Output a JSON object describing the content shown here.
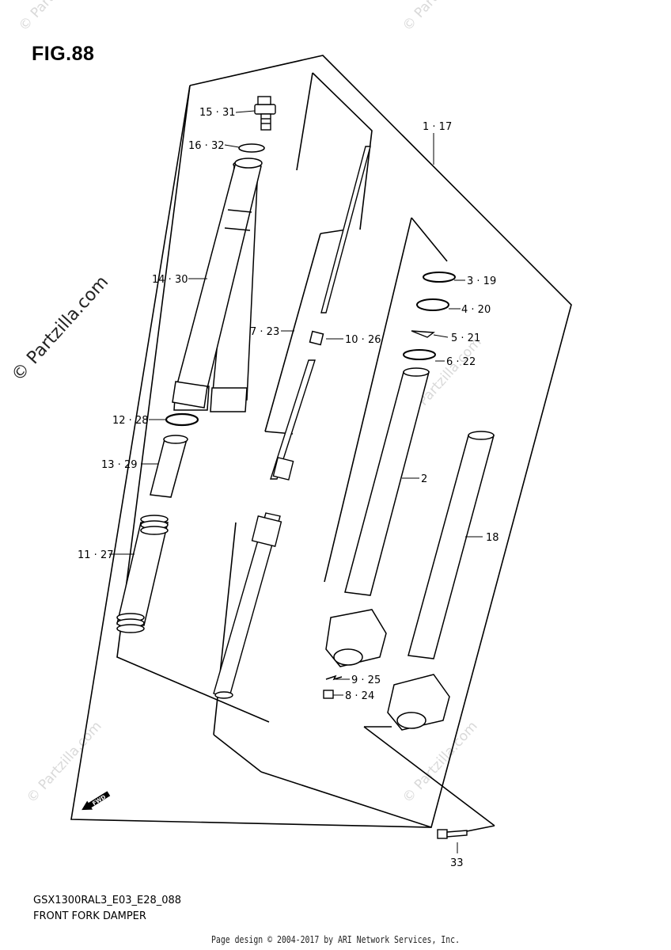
{
  "figure": {
    "title": "FIG.88"
  },
  "labels": {
    "p1": "1 · 17",
    "p2": "2",
    "p3": "3 · 19",
    "p4": "4 · 20",
    "p5": "5 · 21",
    "p6": "6 · 22",
    "p7": "7 · 23",
    "p8": "8 · 24",
    "p9": "9 · 25",
    "p10": "10 · 26",
    "p11": "11 · 27",
    "p12": "12 · 28",
    "p13": "13 · 29",
    "p14": "14 · 30",
    "p15": "15 · 31",
    "p16": "16 · 32",
    "p18": "18",
    "p33": "33"
  },
  "direction_tag": "FWD",
  "footer": {
    "code": "GSX1300RAL3_E03_E28_088",
    "name": "FRONT FORK DAMPER",
    "credit": "Page design © 2004-2017 by ARI Network Services, Inc."
  },
  "watermark": "© Partzilla.com"
}
